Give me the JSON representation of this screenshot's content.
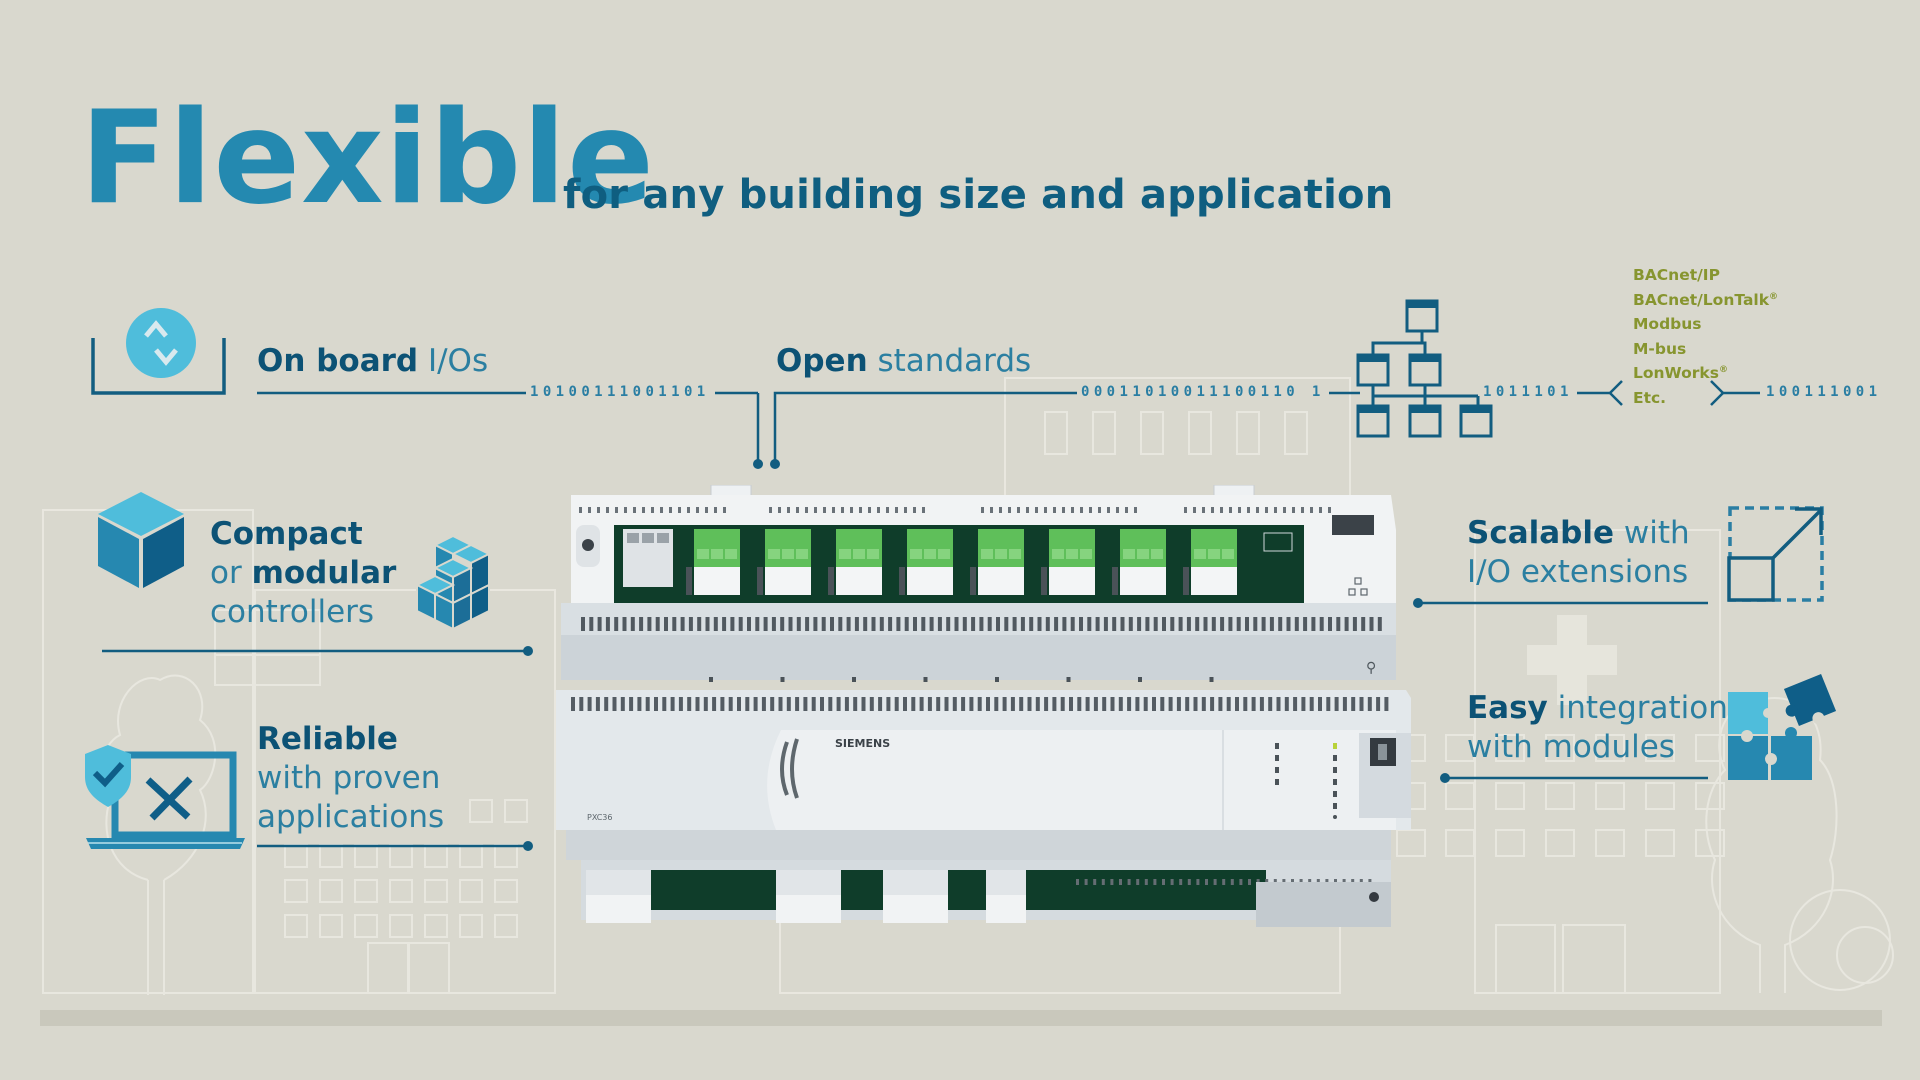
{
  "headline": {
    "title": "Flexible",
    "subtitle": "for any building size and application"
  },
  "features": {
    "onboard_ios": {
      "bold": "On board",
      "rest": " I/Os"
    },
    "open_standards": {
      "bold": "Open",
      "rest": " standards"
    },
    "compact": {
      "line1": "Compact",
      "line2_prefix": "or ",
      "line2_bold": "modular",
      "line3": "controllers"
    },
    "reliable": {
      "line1": "Reliable",
      "line2": "with proven",
      "line3": "applications"
    },
    "scalable": {
      "line1_bold": "Scalable",
      "line1_rest": " with",
      "line2": "I/O extensions"
    },
    "easy": {
      "line1_bold": "Easy",
      "line1_rest": " integration",
      "line2": "with modules"
    }
  },
  "binary_strings": {
    "onboard": "10100111001101",
    "open": "00011010011100110 1",
    "network": "1011101",
    "protocols": "100111001"
  },
  "protocols": [
    {
      "name": "BACnet/IP",
      "mark": ""
    },
    {
      "name": "BACnet/LonTalk",
      "mark": "®"
    },
    {
      "name": "Modbus",
      "mark": ""
    },
    {
      "name": "M-bus",
      "mark": ""
    },
    {
      "name": "LonWorks",
      "mark": "®"
    },
    {
      "name": "Etc.",
      "mark": ""
    }
  ],
  "device": {
    "brand": "SIEMENS",
    "model": "PXC36"
  },
  "icons": {
    "onboard": "io-arrows-icon",
    "network": "network-hierarchy-icon",
    "compact": "cube-icon",
    "modular": "stacked-cubes-icon",
    "reliable": "laptop-shield-tools-icon",
    "scalable": "scale-arrow-icon",
    "easy": "puzzle-icon"
  },
  "colors": {
    "background": "#d9d8ce",
    "title_blue": "#2489b0",
    "dark_blue": "#0c5275",
    "light_blue": "#4fbddb",
    "protocol_green": "#87952f",
    "terminal_green": "#5fbf5a",
    "pcb_dark": "#0f3d2a"
  }
}
